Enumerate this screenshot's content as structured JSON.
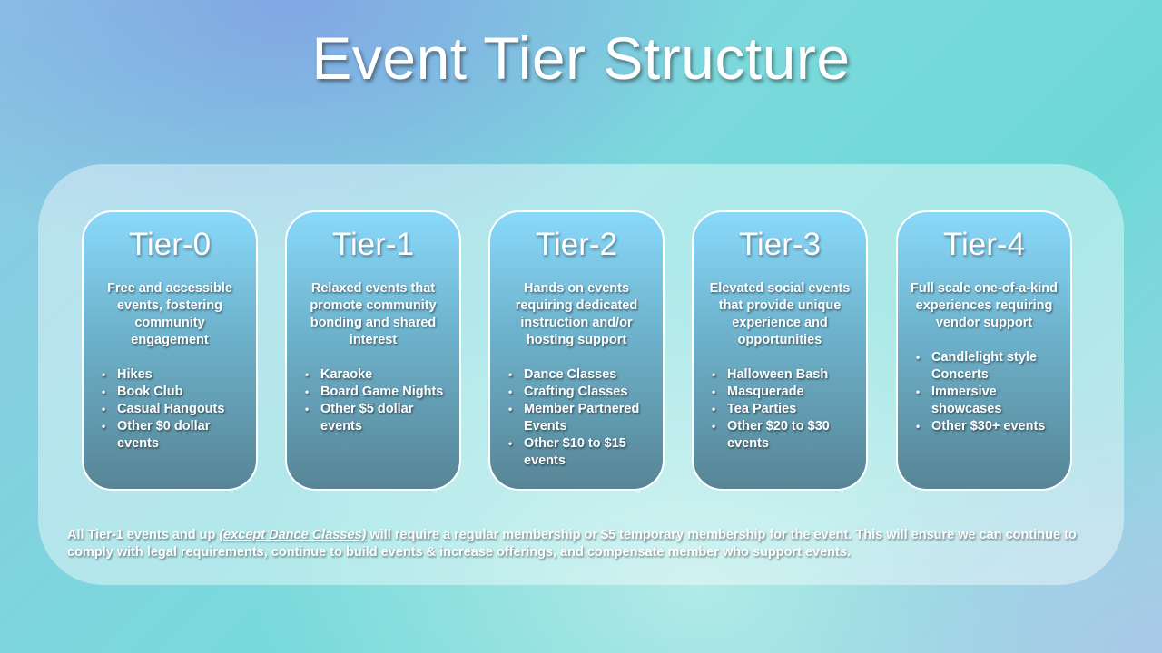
{
  "slide": {
    "title": "Event Tier Structure"
  },
  "tiers": [
    {
      "name": "Tier-0",
      "description": "Free and accessible events, fostering community engagement",
      "items": [
        "Hikes",
        "Book Club",
        "Casual Hangouts",
        "Other $0 dollar events"
      ]
    },
    {
      "name": "Tier-1",
      "description": "Relaxed events that promote community bonding and shared interest",
      "items": [
        "Karaoke",
        "Board Game Nights",
        "Other $5 dollar events"
      ]
    },
    {
      "name": "Tier-2",
      "description": "Hands on events requiring dedicated instruction and/or hosting support",
      "items": [
        "Dance Classes",
        "Crafting Classes",
        "Member Partnered Events",
        "Other $10 to $15 events"
      ]
    },
    {
      "name": "Tier-3",
      "description": "Elevated social events that provide unique experience and opportunities",
      "items": [
        "Halloween Bash",
        "Masquerade",
        "Tea Parties",
        "Other $20 to $30 events"
      ]
    },
    {
      "name": "Tier-4",
      "description": "Full scale one-of-a-kind experiences requiring vendor support",
      "items": [
        "Candlelight style Concerts",
        "Immersive showcases",
        "Other $30+ events"
      ]
    }
  ],
  "footnote": {
    "part1": "All Tier-1 events and up ",
    "exception": "(except Dance Classes)",
    "part2": " will require a regular membership or $5 temporary membership for the event. This will ensure we can continue to comply with legal requirements, continue to build events & increase offerings, and compensate member who support events."
  }
}
